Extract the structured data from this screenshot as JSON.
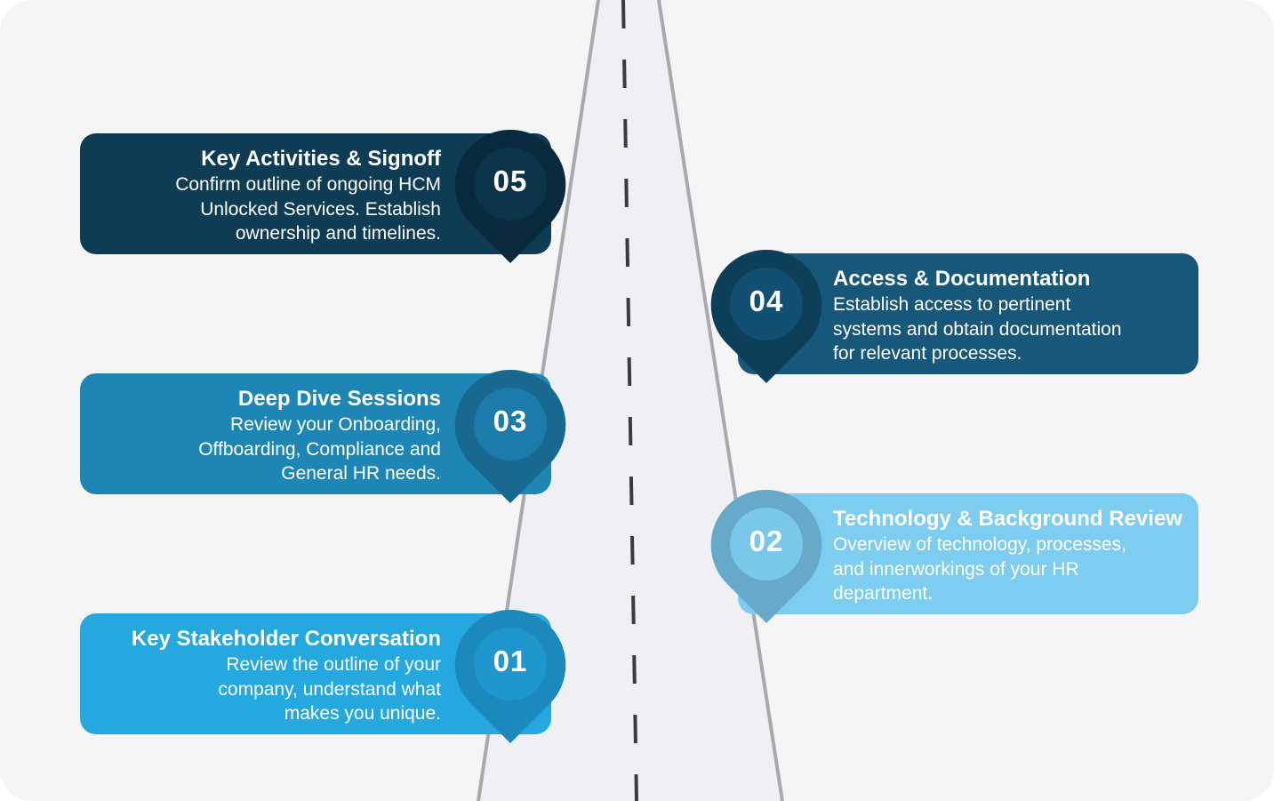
{
  "steps": [
    {
      "number": "01",
      "title": "Key Stakeholder Conversation",
      "desc": [
        "Review the outline of your",
        "company, understand what",
        "makes you unique."
      ],
      "colors": {
        "card": "#25a8e0",
        "pin_outer": "#1c89bd",
        "pin_inner": "#1f96cc"
      }
    },
    {
      "number": "02",
      "title": "Technology & Background Review",
      "desc": [
        "Overview of technology, processes,",
        "and innerworkings of your HR",
        "department."
      ],
      "colors": {
        "card": "#7dcdf0",
        "pin_outer": "#66a9c9",
        "pin_inner": "#79c8e9"
      }
    },
    {
      "number": "03",
      "title": "Deep Dive Sessions",
      "desc": [
        "Review your Onboarding,",
        "Offboarding, Compliance and",
        "General HR needs."
      ],
      "colors": {
        "card": "#1d86b5",
        "pin_outer": "#196890",
        "pin_inner": "#1b7bab"
      }
    },
    {
      "number": "04",
      "title": "Access & Documentation",
      "desc": [
        "Establish access to pertinent",
        "systems and obtain documentation",
        "for relevant processes."
      ],
      "colors": {
        "card": "#16577a",
        "pin_outer": "#0e3f5a",
        "pin_inner": "#134f70"
      }
    },
    {
      "number": "05",
      "title": "Key Activities & Signoff",
      "desc": [
        "Confirm outline of ongoing HCM",
        "Unlocked Services. Establish",
        "ownership and timelines."
      ],
      "colors": {
        "card": "#0d3c54",
        "pin_outer": "#082a3c",
        "pin_inner": "#0b3449"
      }
    }
  ],
  "colors": {
    "background": "#f5f5f6",
    "road": "#eef0f3",
    "road_edge": "#a7a9ac",
    "center_dash": "#3b3b3b"
  }
}
